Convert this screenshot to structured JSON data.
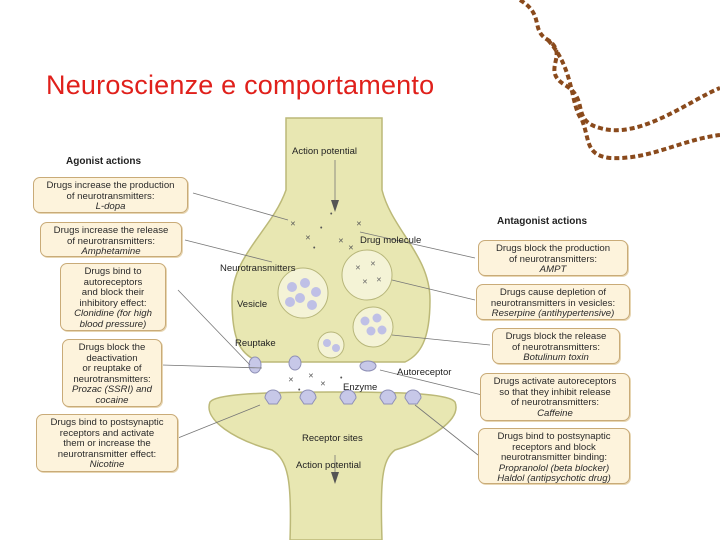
{
  "slide": {
    "title": "Neuroscienze e comportamento"
  },
  "headers": {
    "agonist": "Agonist actions",
    "antagonist": "Antagonist actions"
  },
  "labels": {
    "action_potential_top": "Action potential",
    "drug_molecule": "Drug molecule",
    "neurotransmitters": "Neurotransmitters",
    "vesicle": "Vesicle",
    "reuptake": "Reuptake",
    "autoreceptor": "Autoreceptor",
    "enzyme": "Enzyme",
    "receptor_sites": "Receptor sites",
    "action_potential_bottom": "Action potential"
  },
  "agonist_boxes": [
    {
      "lines": [
        "Drugs increase the production",
        "of neurotransmitters:"
      ],
      "drug": "L-dopa"
    },
    {
      "lines": [
        "Drugs increase the release",
        "of neurotransmitters:"
      ],
      "drug": "Amphetamine"
    },
    {
      "lines": [
        "Drugs bind to",
        "autoreceptors",
        "and block their",
        "inhibitory effect:"
      ],
      "drug_lines": [
        "Clonidine (for high",
        "blood pressure)"
      ]
    },
    {
      "lines": [
        "Drugs block the",
        "deactivation",
        "or reuptake of",
        "neurotransmitters:"
      ],
      "drug_lines": [
        "Prozac (SSRI) and",
        "cocaine"
      ]
    },
    {
      "lines": [
        "Drugs bind to postsynaptic",
        "receptors and activate",
        "them or increase the",
        "neurotransmitter effect:"
      ],
      "drug": "Nicotine"
    }
  ],
  "antagonist_boxes": [
    {
      "lines": [
        "Drugs block the production",
        "of neurotransmitters:"
      ],
      "drug": "AMPT"
    },
    {
      "lines": [
        "Drugs cause depletion of",
        "neurotransmitters in vesicles:"
      ],
      "drug": "Reserpine (antihypertensive)"
    },
    {
      "lines": [
        "Drugs block the release",
        "of neurotransmitters:"
      ],
      "drug": "Botulinum toxin"
    },
    {
      "lines": [
        "Drugs activate autoreceptors",
        "so that they inhibit release",
        "of neurotransmitters:"
      ],
      "drug": "Caffeine"
    },
    {
      "lines": [
        "Drugs bind to postsynaptic",
        "receptors and block",
        "neurotransmitter binding:"
      ],
      "drug_lines": [
        "Propranolol (beta blocker)",
        "Haldol (antipsychotic drug)"
      ]
    }
  ],
  "colors": {
    "title": "#e0201b",
    "neuron": "#e8e7b2",
    "neuron_edge": "#bcb978",
    "box_fill": "#fdf3dc",
    "box_border": "#c9ab78",
    "vesicle": "#bfc0e6",
    "deco": "#8a4a1c"
  }
}
